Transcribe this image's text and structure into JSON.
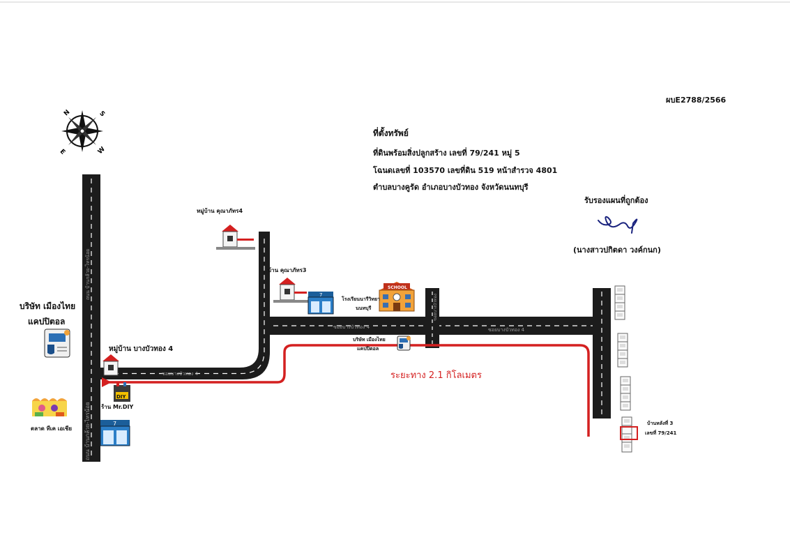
{
  "document": {
    "ref_no": "ผบE2788/2566",
    "property": {
      "heading": "ที่ตั้งทรัพย์",
      "line1": "ที่ดินพร้อมสิ่งปลูกสร้าง เลขที่ 79/241  หมู่ 5",
      "line2": "โฉนดเลขที่ 103570 เลขที่ดิน 519 หน้าสำรวจ 4801",
      "line3": "ตำบลบางคูรัด อำเภอบางบัวทอง จังหวัดนนทบุรี"
    },
    "certification": {
      "label": "รับรองแผนที่ถูกต้อง",
      "signer": "(นางสาวปกิตดา วงค์กนก)"
    }
  },
  "map": {
    "route_distance": "ระยะทาง 2.1 กิโลเมตร",
    "compass": {
      "n": "N",
      "s": "S",
      "e": "E",
      "w": "W"
    },
    "colors": {
      "road": "#1c1c1c",
      "road_dash": "#ffffff",
      "route": "#d42020",
      "gate_roof": "#d42020"
    },
    "roads": {
      "main_road": "ถนน บ้านกล้วย-ไทรน้อย",
      "soi_main_left": "ซอยบางบัวทอง 4",
      "soi_main_mid": "ซอยบางบัวทอง 4",
      "soi_main_right": "ซอยบางบัวทอง 4",
      "side_road": "ซอยบางบัวทอง"
    },
    "landmarks": {
      "company_left": "บริษัท เมืองไทย\nแคปปิตอล",
      "company_left_line1": "บริษัท เมืองไทย",
      "company_left_line2": "แคปปิตอล",
      "market": "ตลาด ทีเค เอเชีย",
      "village_bbt4": "หมู่บ้าน บางบัวทอง 4",
      "mrdiy": "ร้าน Mr.DIY",
      "village_kn4": "หมู่บ้าน คุณาภัทร4",
      "village_kn3": "บ้าน คุณาภัทร3",
      "school_line1": "โรงเรียนนารีวิทยา",
      "school_line2": "นนทบุรี",
      "school_sign": "SCHOOL",
      "company_right_line1": "บริษัท เมืองไทย",
      "company_right_line2": "แคปปิตอล",
      "target_line1": "บ้านหลังที่ 3",
      "target_line2": "เลขที่ 79/241",
      "store_sign": "7",
      "diy_sign": "DIY"
    }
  }
}
